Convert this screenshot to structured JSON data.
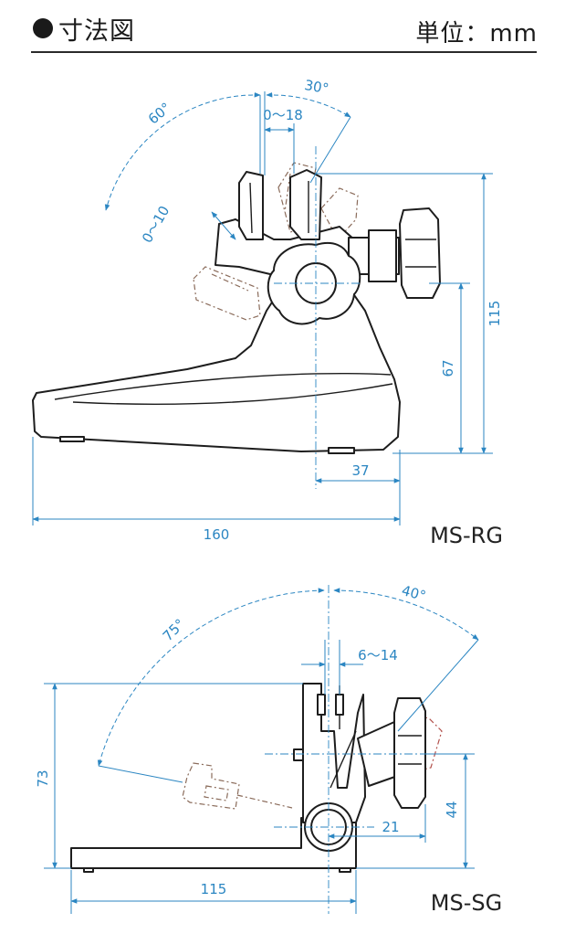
{
  "header": {
    "title": "寸法図",
    "unit_label": "単位：mm"
  },
  "ms_rg": {
    "model": "MS-RG",
    "dims": {
      "width": "160",
      "offset": "37",
      "height_total": "115",
      "height_center": "67",
      "clamp": "0～18",
      "jaw": "0～10",
      "angle_left": "60°",
      "angle_right": "30°"
    }
  },
  "ms_sg": {
    "model": "MS-SG",
    "dims": {
      "width": "115",
      "height_total": "73",
      "height_center": "44",
      "offset": "21",
      "clamp": "6～14",
      "angle_left": "75°",
      "angle_right": "40°"
    }
  },
  "colors": {
    "dimension": "#2b86c2",
    "outline": "#1d1d1d",
    "ghost": "#8a6b5a"
  }
}
